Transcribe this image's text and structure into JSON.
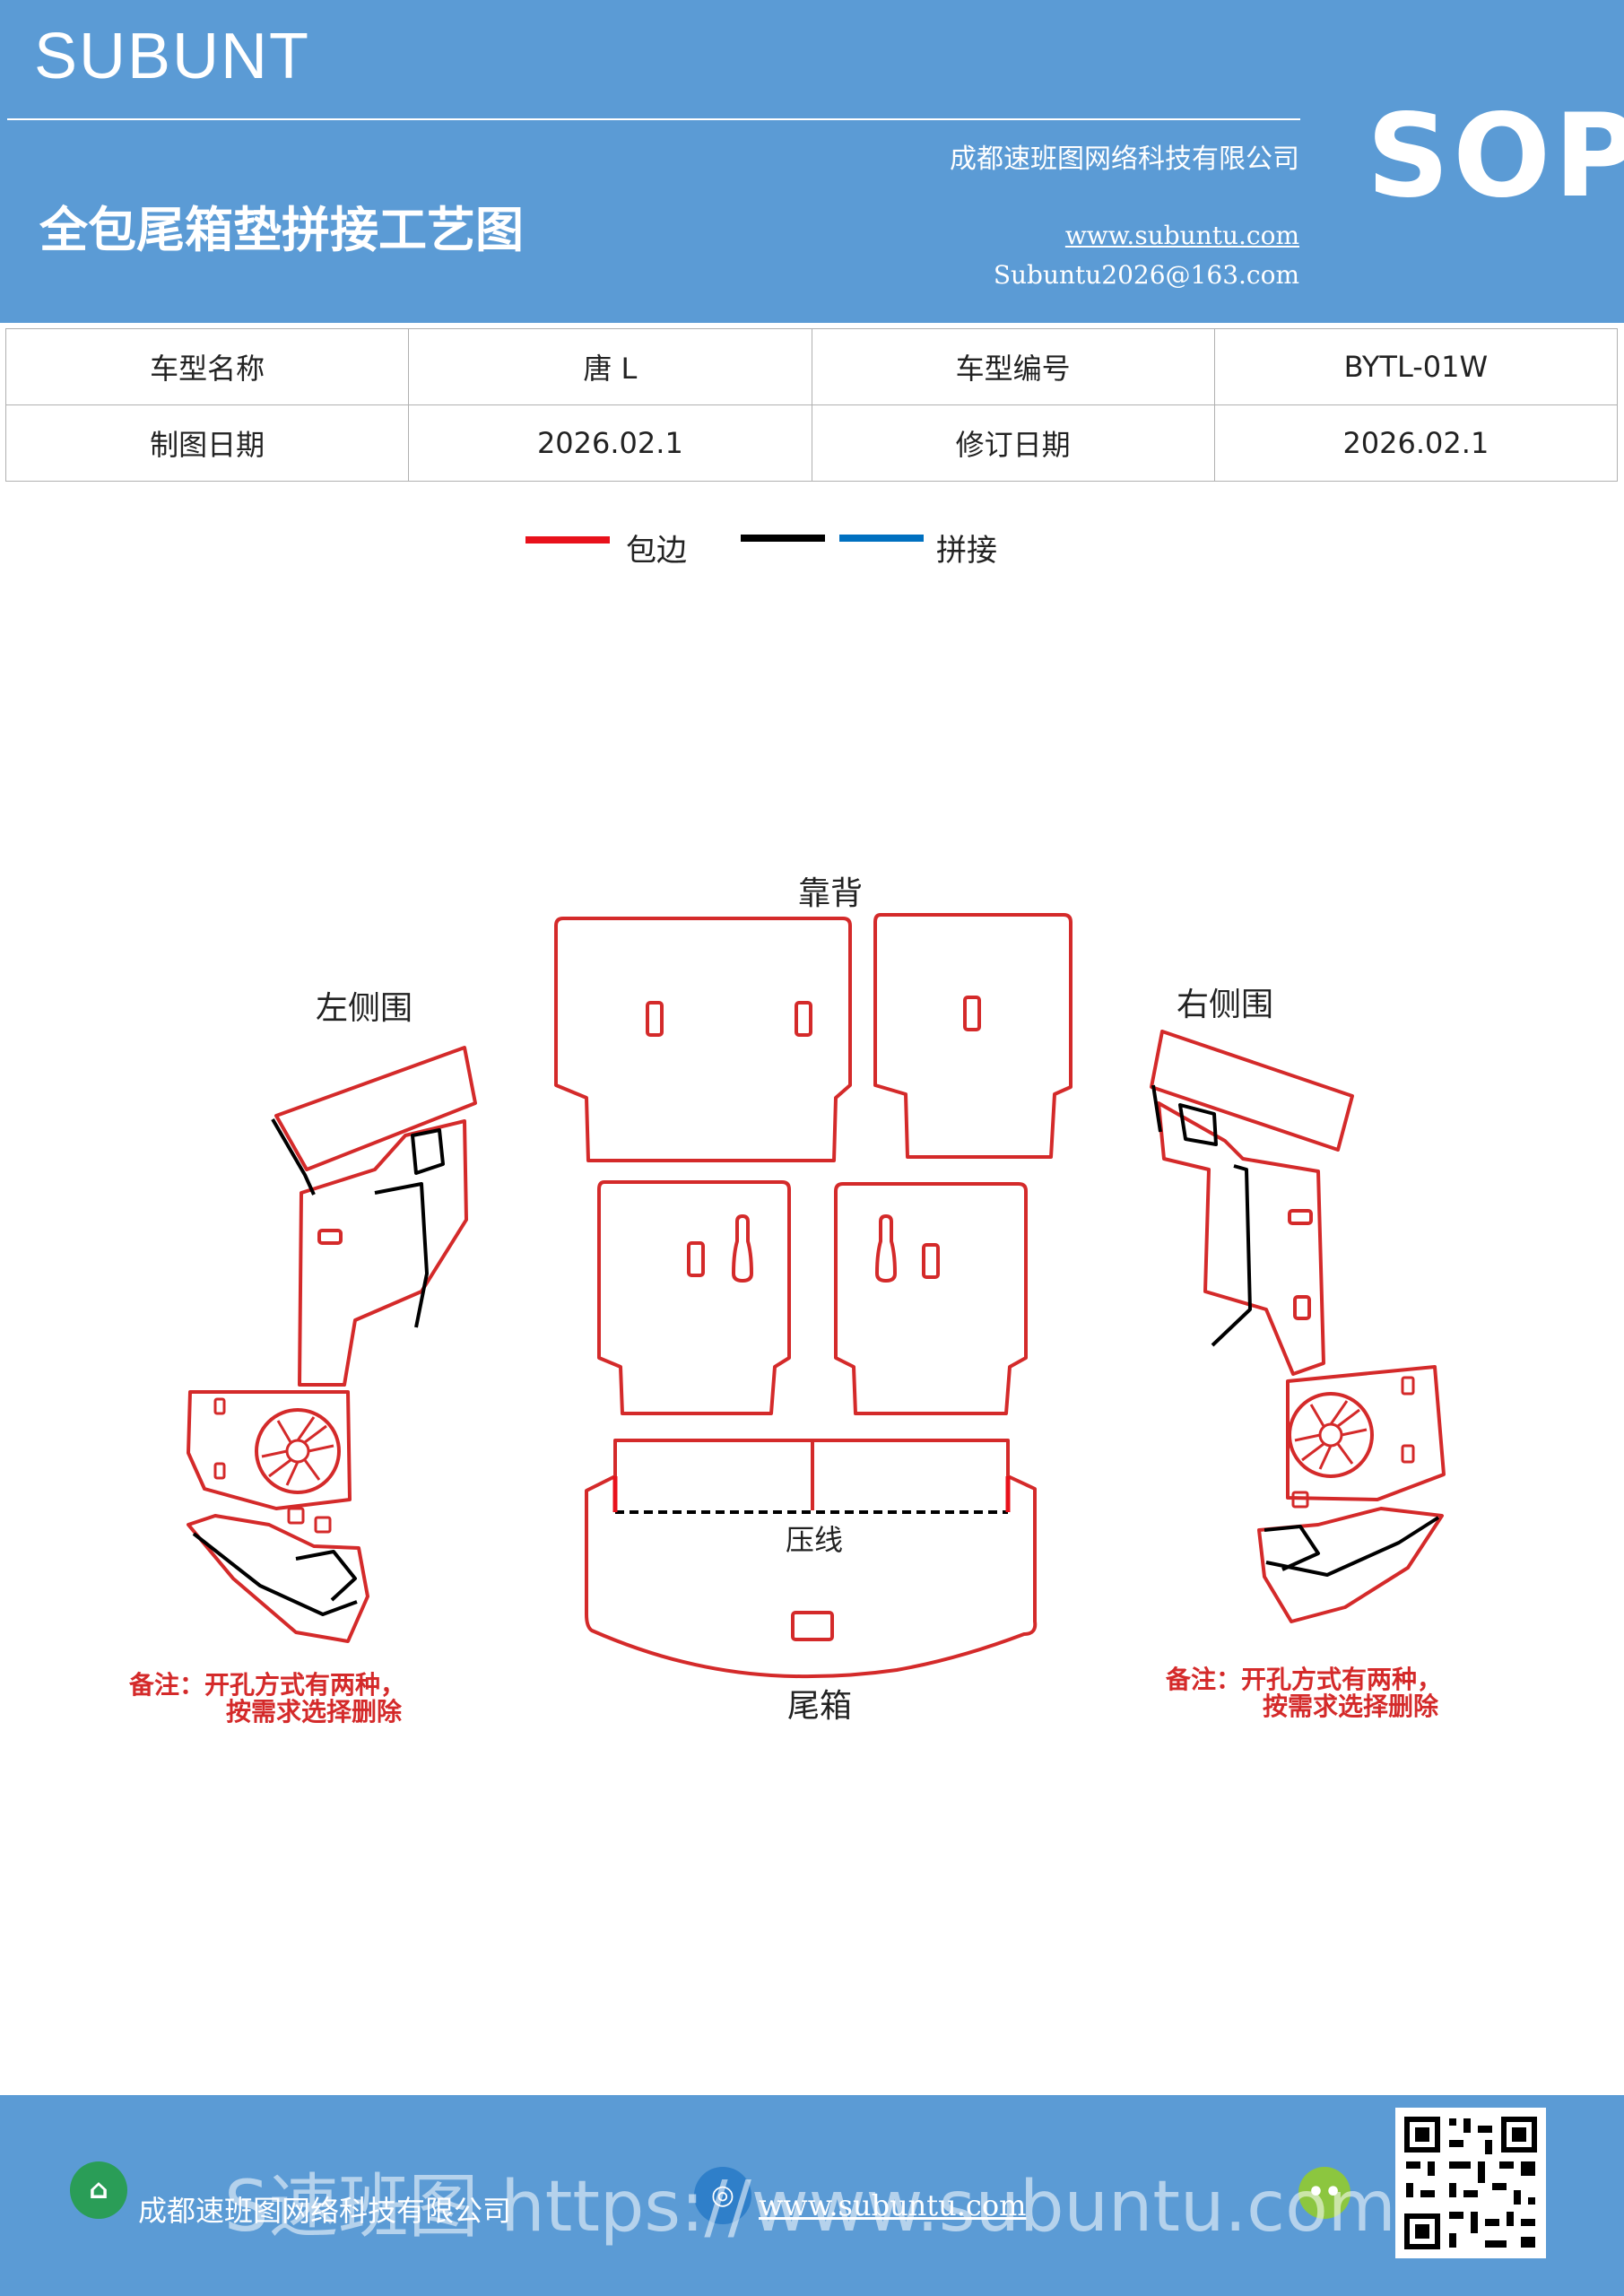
{
  "header": {
    "brand": "SUBUNT",
    "title": "全包尾箱垫拼接工艺图",
    "company": "成都速班图网络科技有限公司",
    "website": "www.subuntu.com",
    "email": "Subuntu2026@163.com",
    "badge": "SOP"
  },
  "info": {
    "r1": [
      "车型名称",
      "唐 L",
      "车型编号",
      "BYTL-01W"
    ],
    "r2": [
      "制图日期",
      "2026.02.1",
      "修订日期",
      "2026.02.1"
    ]
  },
  "legend": {
    "red_label": "包边",
    "blue_label": "拼接",
    "colors": {
      "red": "#e8111b",
      "black": "#000000",
      "blue": "#0070c0"
    }
  },
  "diagram": {
    "backrest": "靠背",
    "left_side": "左侧围",
    "right_side": "右侧围",
    "press_line": "压线",
    "trunk": "尾箱",
    "note_left_l1": "备注：开孔方式有两种，",
    "note_left_l2": "按需求选择删除",
    "note_right_l1": "备注：开孔方式有两种，",
    "note_right_l2": "按需求选择删除",
    "outline_color": "#d42a2a"
  },
  "footer": {
    "company": "成都速班图网络科技有限公司",
    "website": "www.subuntu.com",
    "watermark": "S速班图 https://www.subuntu.com"
  }
}
